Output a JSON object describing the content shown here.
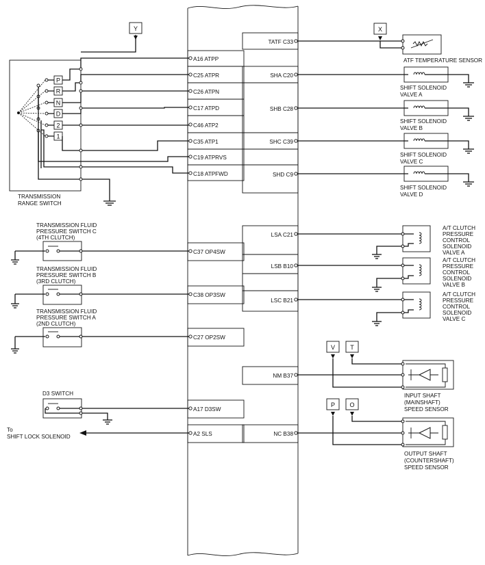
{
  "ecu": {
    "left_pins": [
      "A16 ATPP",
      "C25 ATPR",
      "C26 ATPN",
      "C17 ATPD",
      "C46 ATP2",
      "C35 ATP1",
      "C19 ATPRVS",
      "C18 ATPFWD",
      "C37 OP4SW",
      "C38 OP3SW",
      "C27 OP2SW",
      "A17 D3SW",
      "A2 SLS"
    ],
    "right_pins": [
      "TATF C33",
      "SHA C20",
      "SHB C28",
      "SHC C39",
      "SHD C9",
      "LSA C21",
      "LSB B10",
      "LSC B21",
      "NM B37",
      "NC B38"
    ]
  },
  "connectors": {
    "y": "Y",
    "x": "X",
    "v": "V",
    "t": "T",
    "p": "P",
    "o": "O"
  },
  "range_switch": {
    "positions": [
      "P",
      "R",
      "N",
      "D",
      "2",
      "1"
    ],
    "label_line1": "TRANSMISSION",
    "label_line2": "RANGE SWITCH"
  },
  "pressure_switches": [
    {
      "line1": "TRANSMISSION FLUID",
      "line2": "PRESSURE SWITCH C",
      "line3": "(4TH CLUTCH)"
    },
    {
      "line1": "TRANSMISSION FLUID",
      "line2": "PRESSURE SWITCH B",
      "line3": "(3RD CLUTCH)"
    },
    {
      "line1": "TRANSMISSION FLUID",
      "line2": "PRESSURE SWITCH A",
      "line3": "(2ND CLUTCH)"
    }
  ],
  "d3_switch": "D3 SWITCH",
  "shift_lock": {
    "line1": "To",
    "line2": "SHIFT LOCK SOLENOID"
  },
  "atf_sensor": "ATF TEMPERATURE SENSOR",
  "shift_solenoids": [
    {
      "line1": "SHIFT SOLENOID",
      "line2": "VALVE A"
    },
    {
      "line1": "SHIFT SOLENOID",
      "line2": "VALVE B"
    },
    {
      "line1": "SHIFT SOLENOID",
      "line2": "VALVE C"
    },
    {
      "line1": "SHIFT SOLENOID",
      "line2": "VALVE D"
    }
  ],
  "pressure_control_solenoids": [
    {
      "line1": "A/T CLUTCH",
      "line2": "PRESSURE",
      "line3": "CONTROL",
      "line4": "SOLENOID",
      "line5": "VALVE A"
    },
    {
      "line1": "A/T CLUTCH",
      "line2": "PRESSURE",
      "line3": "CONTROL",
      "line4": "SOLENOID",
      "line5": "VALVE B"
    },
    {
      "line1": "A/T CLUTCH",
      "line2": "PRESSURE",
      "line3": "CONTROL",
      "line4": "SOLENOID",
      "line5": "VALVE C"
    }
  ],
  "speed_sensors": [
    {
      "line1": "INPUT SHAFT",
      "line2": "(MAINSHAFT)",
      "line3": "SPEED SENSOR"
    },
    {
      "line1": "OUTPUT SHAFT",
      "line2": "(COUNTERSHAFT)",
      "line3": "SPEED SENSOR"
    }
  ]
}
